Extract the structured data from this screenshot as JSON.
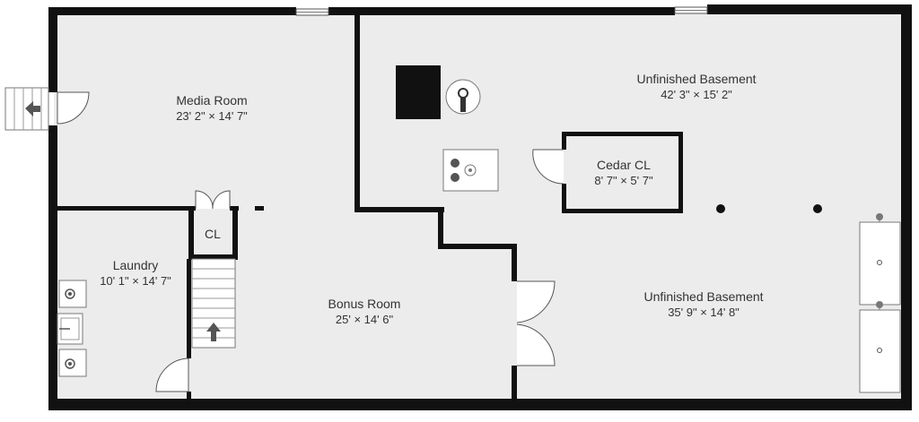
{
  "plan": {
    "colors": {
      "floor": "#ececec",
      "wall": "#111111",
      "fixture": "#ffffff",
      "text": "#333333"
    },
    "rooms": {
      "media": {
        "name": "Media Room",
        "dims": "23' 2\" × 14' 7\""
      },
      "unfinished_top": {
        "name": "Unfinished Basement",
        "dims": "42' 3\" × 15' 2\""
      },
      "cedar": {
        "name": "Cedar CL",
        "dims": "8' 7\" × 5' 7\""
      },
      "closet": {
        "name": "CL"
      },
      "laundry": {
        "name": "Laundry",
        "dims": "10' 1\" × 14' 7\""
      },
      "bonus": {
        "name": "Bonus Room",
        "dims": "25' × 14' 6\""
      },
      "unfinished_bottom": {
        "name": "Unfinished Basement",
        "dims": "35' 9\" × 14' 8\""
      }
    },
    "icons": [
      "stairs-down-arrow-icon",
      "stairs-up-arrow-icon",
      "furnace-icon",
      "water-heater-icon",
      "cooktop-icon",
      "washer-icon",
      "dryer-icon",
      "sink-icon"
    ]
  }
}
